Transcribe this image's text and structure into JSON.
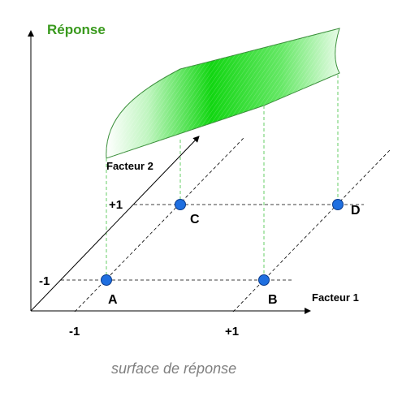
{
  "diagram": {
    "response_label": "Réponse",
    "factor1_label": "Facteur 1",
    "factor2_label": "Facteur 2",
    "tick_minus": "-1",
    "tick_plus": "+1",
    "factor1_ticks": [
      "-1",
      "+1"
    ],
    "factor2_ticks": [
      "-1",
      "+1"
    ],
    "points": [
      {
        "name": "A",
        "f1": -1,
        "f2": -1
      },
      {
        "name": "B",
        "f1": 1,
        "f2": -1
      },
      {
        "name": "C",
        "f1": -1,
        "f2": 1
      },
      {
        "name": "D",
        "f1": 1,
        "f2": 1
      }
    ],
    "caption": "surface de réponse",
    "colors": {
      "surface": "#22dd22",
      "response_label": "#3a9a1e",
      "point_fill": "#1f6fe0",
      "guide_lines": "#66cc66",
      "axis": "#000000",
      "caption": "#7f7f7f"
    }
  }
}
